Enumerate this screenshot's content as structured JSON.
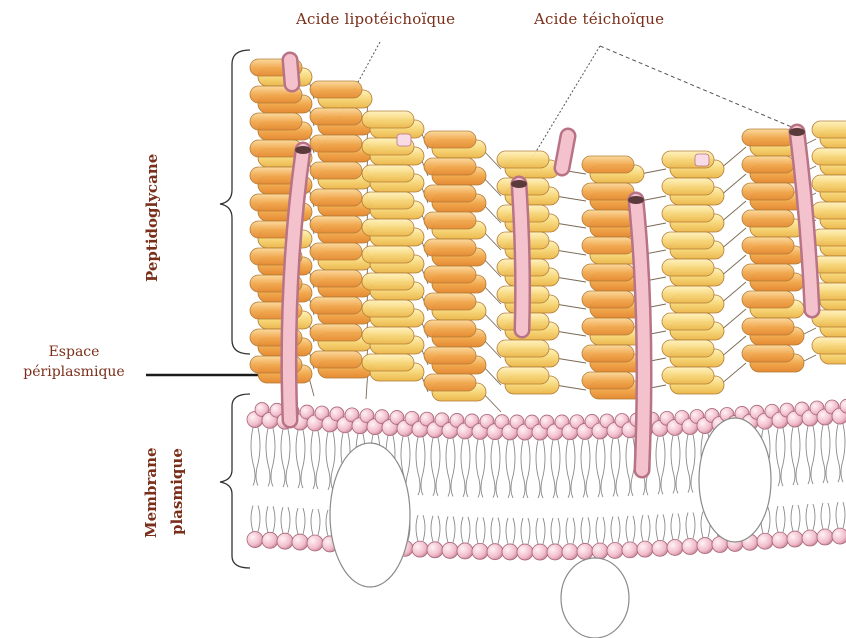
{
  "labels": {
    "lipoteichoic": "Acide lipotéichoïque",
    "teichoic": "Acide téichoïque",
    "peptidoglycan": "Peptidoglycane",
    "periplasmic_line1": "Espace",
    "periplasmic_line2": "périplasmique",
    "membrane_line1": "Membrane",
    "membrane_line2": "plasmique"
  },
  "colors": {
    "text": "#7a2f1a",
    "pg_orange": "#f2a94e",
    "pg_yellow": "#f7d77a",
    "acid_rod": "#f0b8c4",
    "lipid_head": "#f3c6d0",
    "protein": "#ffffff"
  }
}
